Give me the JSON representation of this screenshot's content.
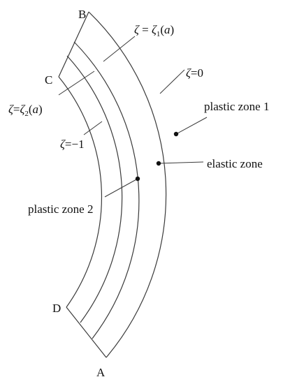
{
  "points": {
    "A": "A",
    "B": "B",
    "C": "C",
    "D": "D"
  },
  "boundaries": {
    "outer": {
      "sym": "ζ",
      "rel": "=0"
    },
    "inner": {
      "sym": "ζ",
      "rel": "=−1"
    },
    "zeta1": {
      "sym": "ζ",
      "eq": " = ",
      "sym2": "ζ",
      "sub": "1",
      "open": "(",
      "arg": "a",
      "close": ")"
    },
    "zeta2": {
      "sym": "ζ",
      "eq": "=",
      "sym2": "ζ",
      "sub": "2",
      "open": "(",
      "arg": "a",
      "close": ")"
    }
  },
  "zones": {
    "plastic1": "plastic zone 1",
    "elastic": "elastic zone",
    "plastic2": "plastic zone 2"
  }
}
